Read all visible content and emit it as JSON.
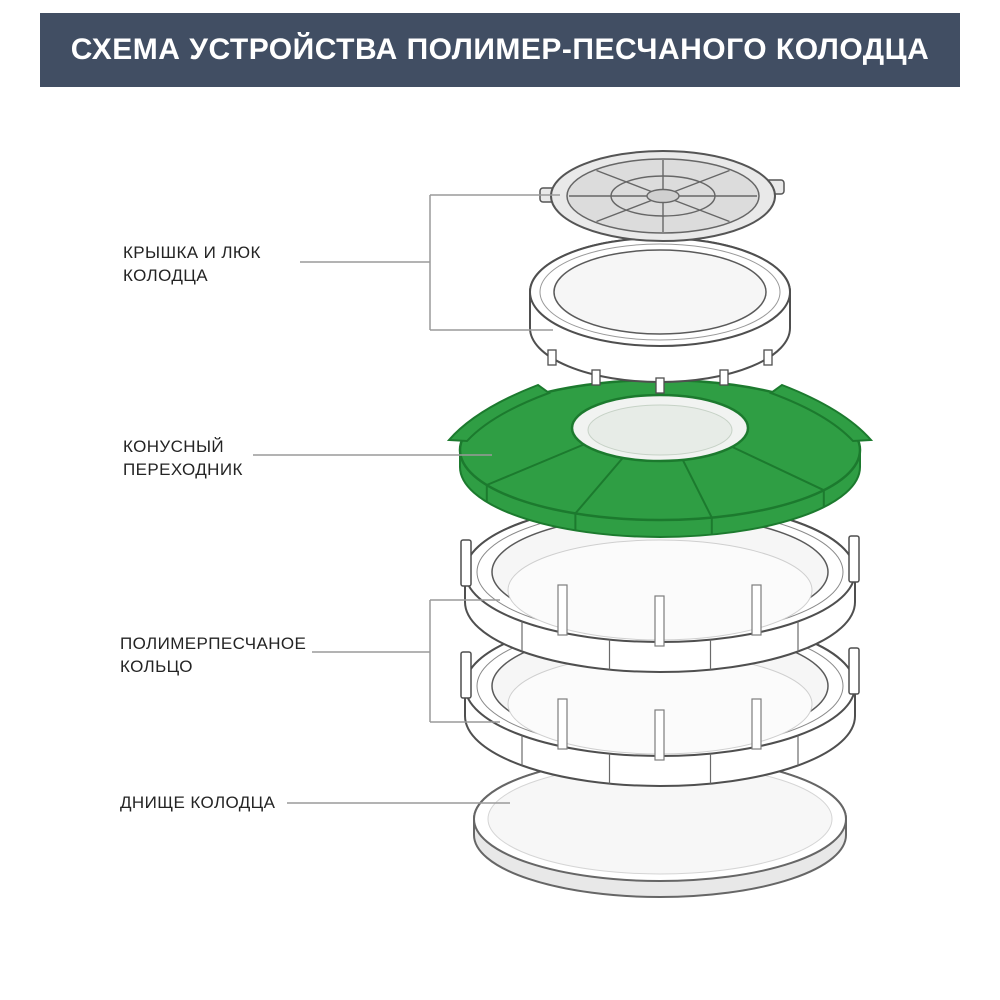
{
  "header": {
    "title": "СХЕМА УСТРОЙСТВА ПОЛИМЕР-ПЕСЧАНОГО КОЛОДЦА"
  },
  "diagram": {
    "labels": {
      "cover": "КРЫШКА И ЛЮК\nКОЛОДЦА",
      "cone": "КОНУСНЫЙ\nПЕРЕХОДНИК",
      "ring": "ПОЛИМЕРПЕСЧАНОЕ\nКОЛЬЦО",
      "bottom": "ДНИЩЕ КОЛОДЦА"
    },
    "parts": [
      {
        "name": "manhole-cover-and-hatch"
      },
      {
        "name": "conical-adapter"
      },
      {
        "name": "polymer-sand-ring"
      },
      {
        "name": "well-bottom"
      }
    ],
    "colors": {
      "banner_bg": "#414e63",
      "cone_green": "#2f9e44",
      "cone_green_dark": "#1c7a2e",
      "outline_gray": "#4f4f4f",
      "leader_line": "#9a9a9a"
    }
  }
}
